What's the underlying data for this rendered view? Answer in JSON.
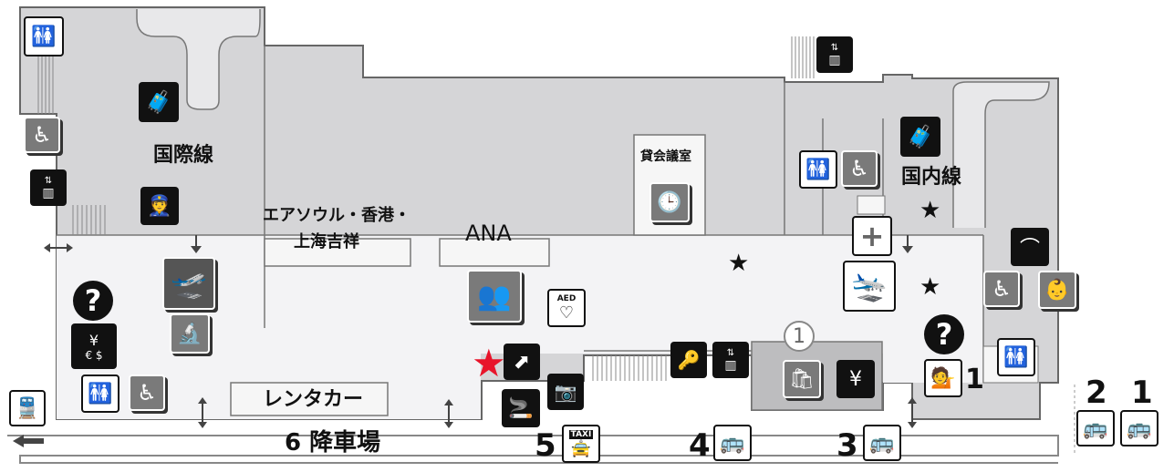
{
  "labels": {
    "international": "国際線",
    "domestic": "国内線",
    "meeting_room": "貸会議室",
    "airlines_1": "エアソウル・香港・",
    "airlines_2": "上海吉祥",
    "ana": "ANA",
    "rent_a_car": "レンタカー",
    "drop_off": "6 降車場",
    "aed": "AED",
    "taxi": "TAXI"
  },
  "stop_numbers": {
    "taxi": "5",
    "bus_4": "4",
    "bus_3": "3",
    "bus_2": "2",
    "bus_1": "1",
    "info_1": "1",
    "gate_circle": "1"
  },
  "icons": {
    "restroom": "restroom-icon",
    "wheelchair": "wheelchair-icon",
    "elevator": "elevator-icon",
    "baggage": "baggage-icon",
    "immigration": "immigration-icon",
    "departures": "departures-icon",
    "quarantine": "quarantine-icon",
    "information": "information-icon",
    "currency_exchange": "currency-exchange-icon",
    "escalator": "escalator-icon",
    "smoking": "smoking-icon",
    "photo": "photo-icon",
    "luggage_storage": "luggage-storage-icon",
    "first_aid": "first-aid-icon",
    "cloakroom": "cloakroom-icon",
    "baby_care": "baby-care-icon",
    "shop": "shop-icon",
    "atm": "atm-icon",
    "train": "train-icon",
    "bus": "bus-icon",
    "star": "star-icon",
    "current_location": "current-location-icon"
  },
  "colors": {
    "floor": "#d4d4d6",
    "corridor": "#f4f4f6",
    "wall": "#6a6a6a",
    "accent_red": "#e8142a",
    "icon_dark": "#111111",
    "icon_grey": "#7a7a7a"
  }
}
